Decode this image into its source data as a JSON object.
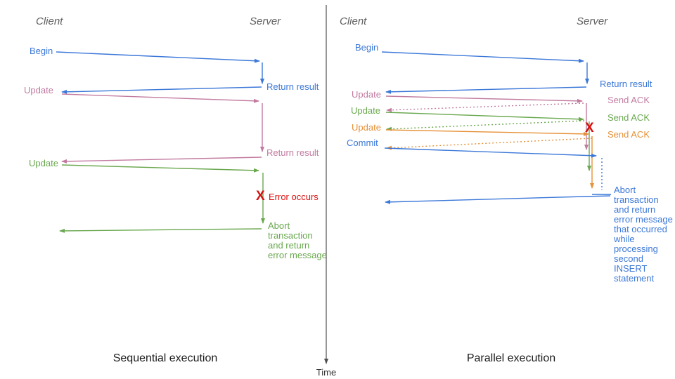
{
  "colors": {
    "blue": "#3c78d8",
    "magenta": "#c27ba0",
    "green": "#6aa84f",
    "orange": "#e69138",
    "red": "#dd0f0f",
    "axis_gray": "#4f4f4f",
    "header_gray": "#5f5f5f"
  },
  "time_axis": {
    "label": "Time"
  },
  "sequential": {
    "caption": "Sequential execution",
    "client_header": "Client",
    "server_header": "Server",
    "begin": "Begin",
    "begin_return": "Return result",
    "update1": "Update",
    "update1_return": "Return result",
    "update2": "Update",
    "error_mark": "X",
    "error_label": "Error occurs",
    "abort_label": "Abort\ntransaction\nand return\nerror message"
  },
  "parallel": {
    "caption": "Parallel execution",
    "client_header": "Client",
    "server_header": "Server",
    "begin": "Begin",
    "begin_return": "Return result",
    "update1": "Update",
    "update1_ack": "Send ACK",
    "update2": "Update",
    "update2_ack": "Send ACK",
    "update3": "Update",
    "update3_ack": "Send ACK",
    "commit": "Commit",
    "error_mark": "X",
    "abort_label": "Abort\ntransaction\nand return\nerror message\nthat occurred\nwhile\nprocessing\nsecond\nINSERT\nstatement"
  }
}
